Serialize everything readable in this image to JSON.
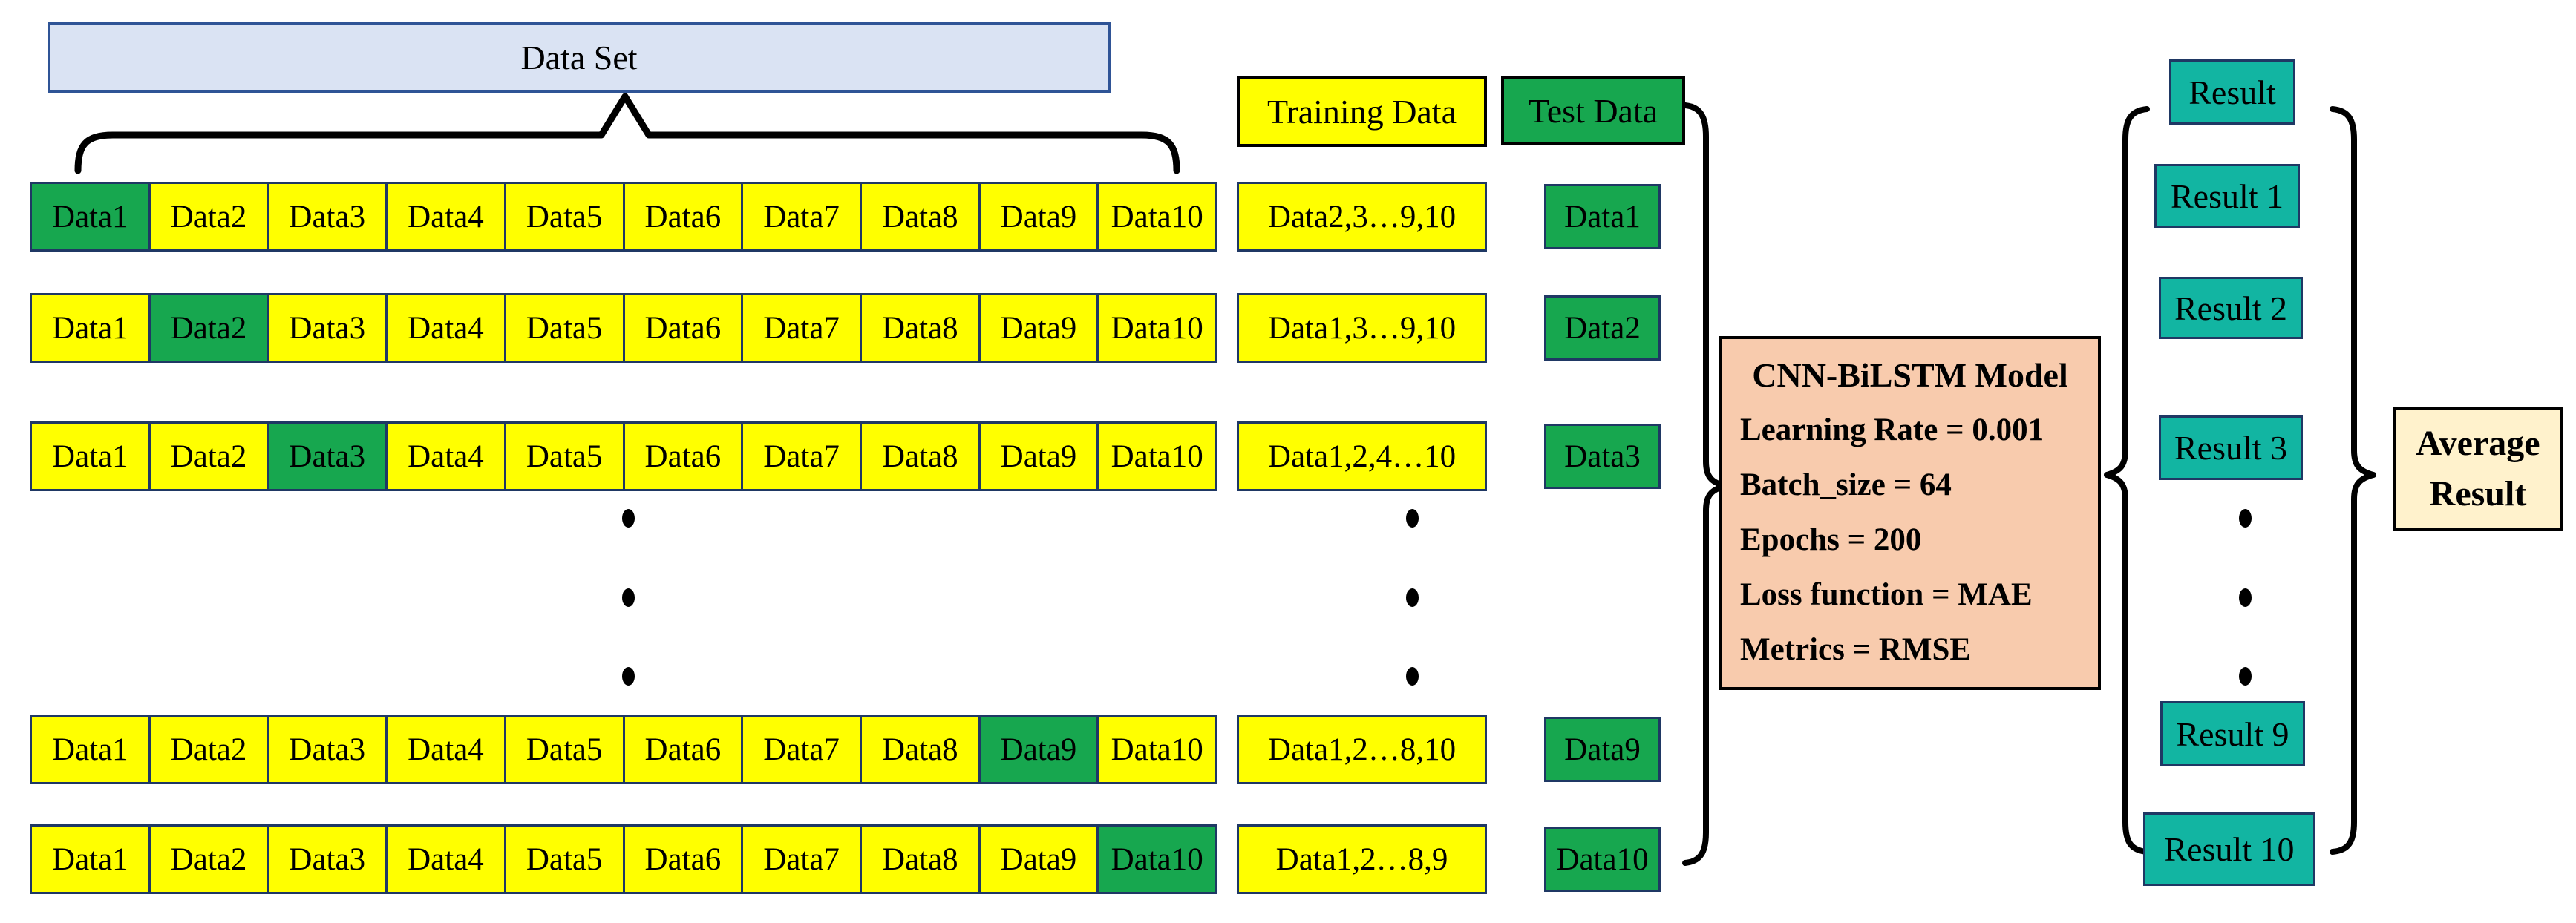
{
  "colors": {
    "yellow": "#FFFF00",
    "green": "#17A74F",
    "teal": "#12B5A2",
    "peach": "#F8CBAD",
    "cream": "#FFF2CC",
    "dataset-fill": "#DAE3F3",
    "cell-border": "#1F3864"
  },
  "dataset": {
    "label": "Data Set"
  },
  "cell_labels": [
    "Data1",
    "Data2",
    "Data3",
    "Data4",
    "Data5",
    "Data6",
    "Data7",
    "Data8",
    "Data9",
    "Data10"
  ],
  "columns": {
    "training_header": "Training Data",
    "test_header": "Test Data"
  },
  "folds": [
    {
      "test_index": 0,
      "training": "Data2,3…9,10",
      "test": "Data1"
    },
    {
      "test_index": 1,
      "training": "Data1,3…9,10",
      "test": "Data2"
    },
    {
      "test_index": 2,
      "training": "Data1,2,4…10",
      "test": "Data3"
    },
    {
      "test_index": 8,
      "training": "Data1,2…8,10",
      "test": "Data9"
    },
    {
      "test_index": 9,
      "training": "Data1,2…8,9",
      "test": "Data10"
    }
  ],
  "model": {
    "title": "CNN-BiLSTM Model",
    "params": [
      "Learning Rate = 0.001",
      "Batch_size = 64",
      "Epochs = 200",
      "Loss function = MAE",
      "Metrics = RMSE"
    ]
  },
  "results": {
    "header": "Result",
    "items": [
      "Result 1",
      "Result 2",
      "Result 3",
      "Result 9",
      "Result 10"
    ]
  },
  "average": {
    "line1": "Average",
    "line2": "Result"
  }
}
